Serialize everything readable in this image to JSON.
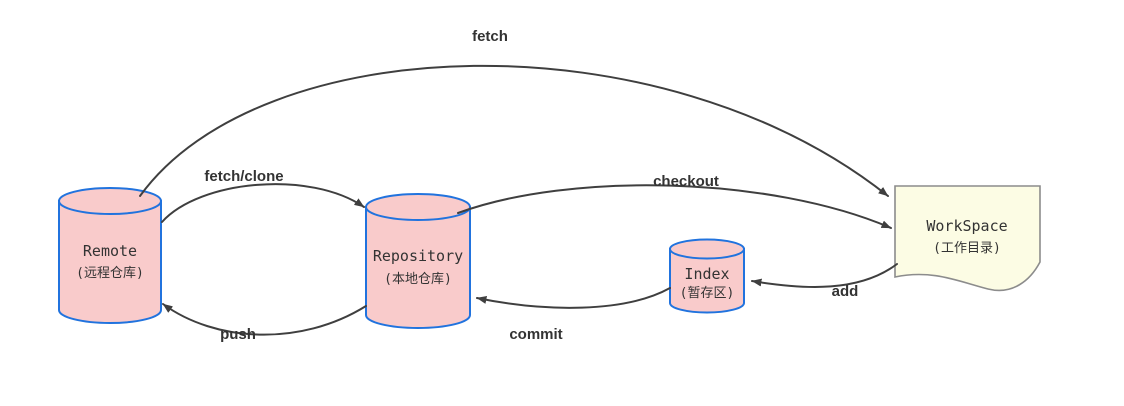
{
  "diagram": {
    "nodes": {
      "remote": {
        "label": "Remote",
        "sublabel": "(远程仓库)"
      },
      "repository": {
        "label": "Repository",
        "sublabel": "(本地仓库)"
      },
      "index": {
        "label": "Index",
        "sublabel": "(暂存区)"
      },
      "workspace": {
        "label": "WorkSpace",
        "sublabel": "(工作目录)"
      }
    },
    "edges": {
      "fetch": {
        "label": "fetch",
        "from": "remote",
        "to": "workspace"
      },
      "fetch_clone": {
        "label": "fetch/clone",
        "from": "remote",
        "to": "repository"
      },
      "checkout": {
        "label": "checkout",
        "from": "repository",
        "to": "workspace"
      },
      "add": {
        "label": "add",
        "from": "workspace",
        "to": "index"
      },
      "commit": {
        "label": "commit",
        "from": "index",
        "to": "repository"
      },
      "push": {
        "label": "push",
        "from": "repository",
        "to": "remote"
      }
    },
    "colors": {
      "nodeFill": "#F9CBCB",
      "nodeStroke": "#2173DE",
      "docFill": "#FCFCE4",
      "docStroke": "#8C8C8C",
      "arrowColor": "#3F3F3F",
      "textColor": "#333333"
    }
  }
}
